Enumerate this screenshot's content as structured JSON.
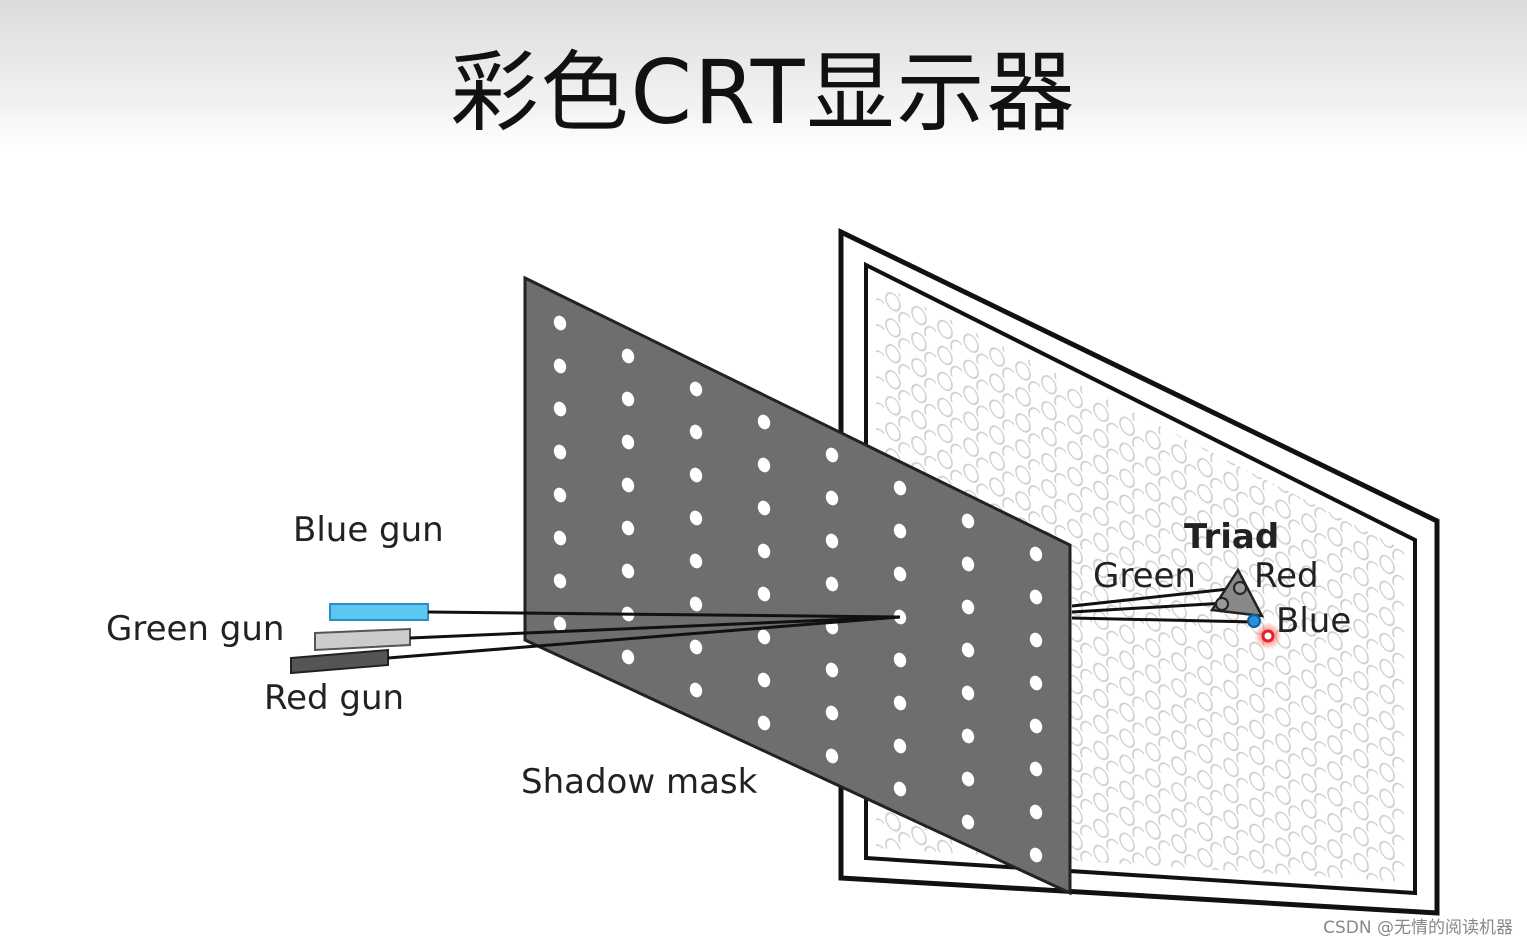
{
  "title": "彩色CRT显示器",
  "labels": {
    "blue_gun": "Blue gun",
    "green_gun": "Green gun",
    "red_gun": "Red gun",
    "shadow_mask": "Shadow mask",
    "triad": "Triad",
    "green": "Green",
    "red": "Red",
    "blue": "Blue"
  },
  "watermark": "CSDN @无情的阅读机器",
  "colors": {
    "mask_fill": "#6e6e6e",
    "blue_gun": "#5bc6f2",
    "green_gun": "#c8c8c8",
    "red_gun": "#555555",
    "red_dot": "#e52222",
    "blue_dot": "#2a8fd6"
  }
}
